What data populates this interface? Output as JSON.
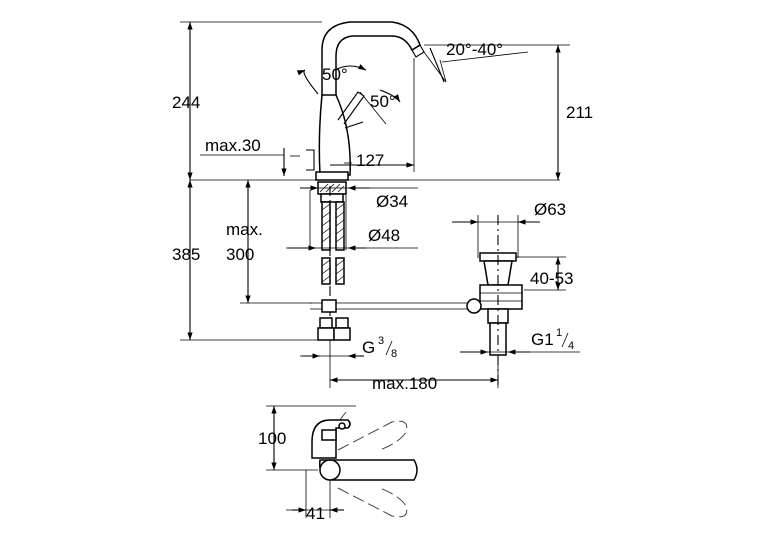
{
  "dimensions": {
    "spout_angle": "20°-40°",
    "lever_angle_left": "50°",
    "lever_angle_right": "50°",
    "height_upper": "244",
    "height_spout": "211",
    "max_deck": "max.30",
    "reach": "127",
    "hole_diameter": "Ø34",
    "base_diameter": "Ø48",
    "max_hose_label": "max.",
    "max_hose_value": "300",
    "height_lower": "385",
    "waste_diameter": "Ø63",
    "waste_range": "40-53",
    "waste_thread_main": "G1",
    "waste_thread_num": "1",
    "waste_thread_den": "4",
    "connection_main": "G",
    "connection_num": "3",
    "connection_den": "8",
    "max_rod": "max.180",
    "plan_depth": "100",
    "plan_offset": "41"
  }
}
